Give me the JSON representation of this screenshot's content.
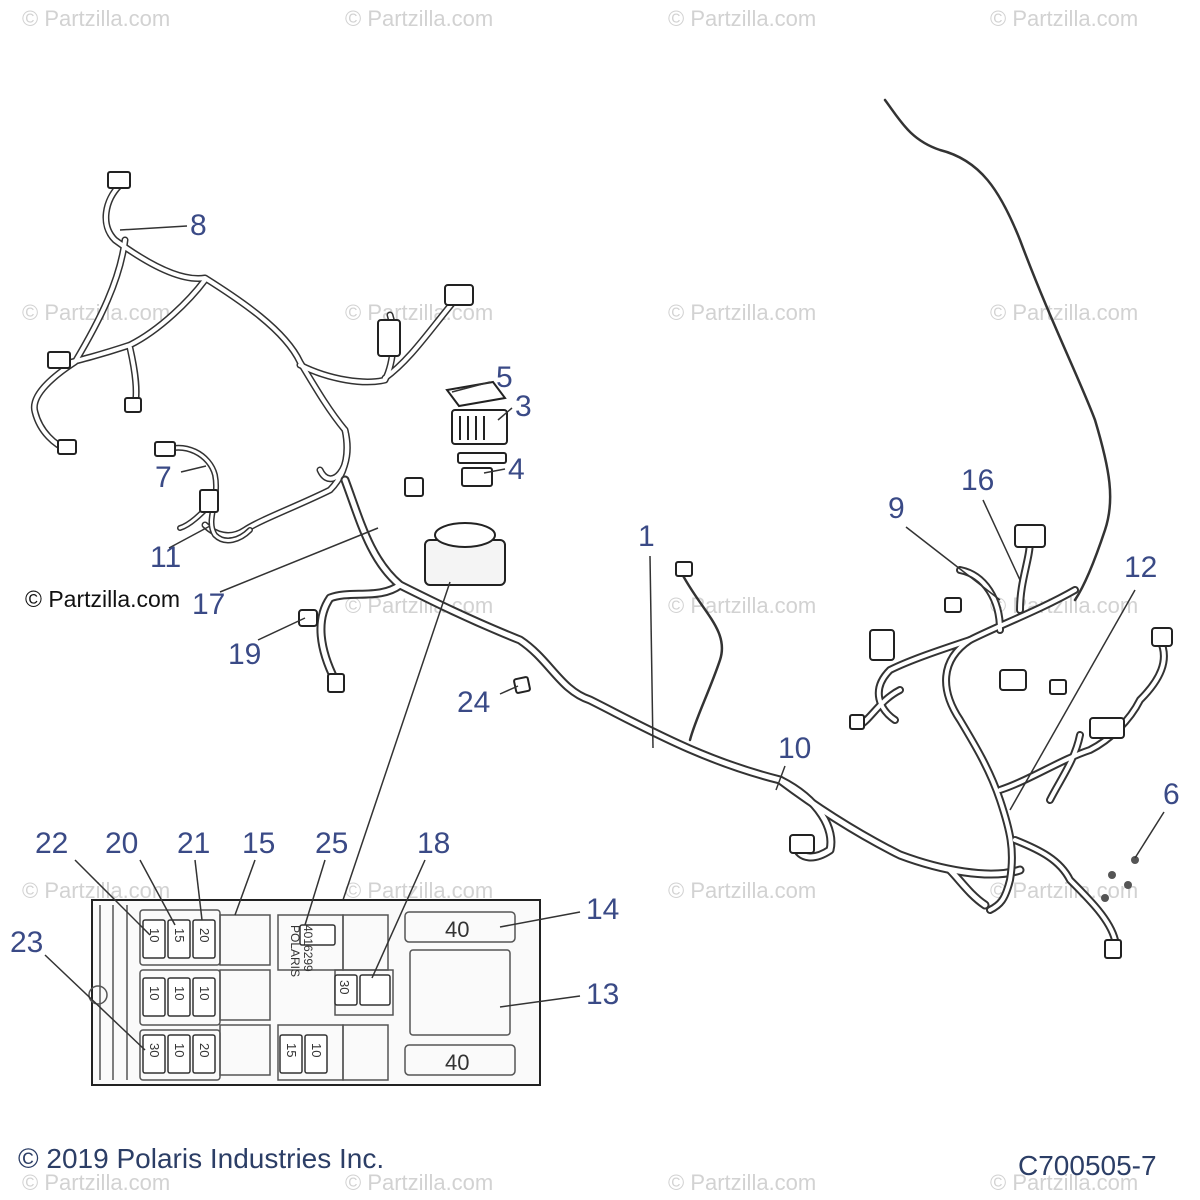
{
  "watermark": "© Partzilla.com",
  "credit": "© Partzilla.com",
  "copyright": "© 2019 Polaris Industries Inc.",
  "diagram_code": "C700505-7",
  "callouts": [
    "1",
    "3",
    "4",
    "5",
    "6",
    "7",
    "8",
    "9",
    "10",
    "11",
    "12",
    "13",
    "14",
    "15",
    "16",
    "17",
    "18",
    "19",
    "20",
    "21",
    "22",
    "23",
    "24",
    "25"
  ],
  "fuse_box": {
    "part_label": "POLARIS",
    "part_number": "4016299",
    "relay_value": "30",
    "fuses_row1": [
      "10",
      "15",
      "20"
    ],
    "fuses_row2": [
      "10",
      "10",
      "10"
    ],
    "fuses_row3": [
      "30",
      "10",
      "20"
    ],
    "fuses_small": [
      "15",
      "10"
    ],
    "breaker_top": "40",
    "breaker_bottom": "40"
  },
  "colors": {
    "callout": "#3a4a86",
    "footer": "#2c3e66",
    "watermark": "#d2d2d2",
    "line": "#333333"
  }
}
